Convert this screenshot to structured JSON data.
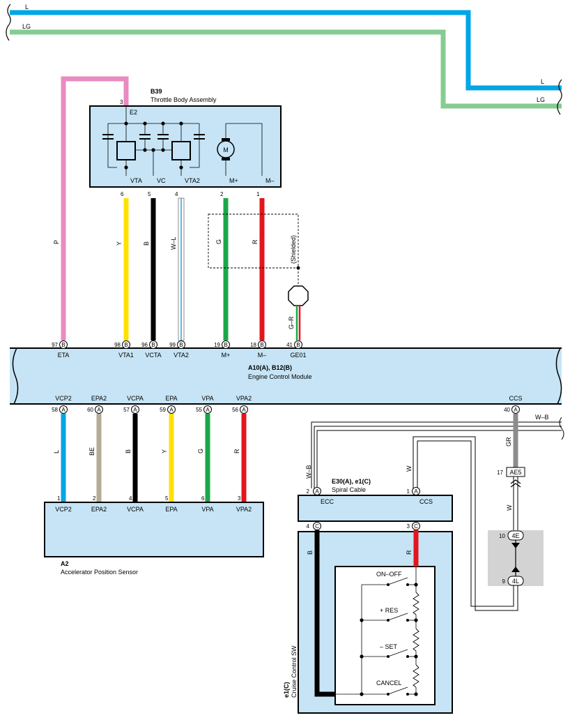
{
  "wires_top": {
    "l": "L",
    "lg": "LG",
    "l_right": "L",
    "lg_right": "LG"
  },
  "throttle": {
    "code": "B39",
    "name": "Throttle Body Assembly",
    "e2_pin": "3",
    "e2": "E2",
    "motor": "M",
    "terms": [
      "VTA",
      "VC",
      "VTA2",
      "M+",
      "M–"
    ],
    "pins": [
      "6",
      "5",
      "4",
      "2",
      "1"
    ]
  },
  "wire_colors": {
    "p": "P",
    "y": "Y",
    "b": "B",
    "wl": "W–L",
    "g": "G",
    "r": "R",
    "shielded": "(Shielded)",
    "gr_ge": "G–R"
  },
  "ecm": {
    "codes": "A10(A), B12(B)",
    "name": "Engine Control Module",
    "top_pins": [
      {
        "num": "97",
        "conn": "B",
        "term": "ETA"
      },
      {
        "num": "98",
        "conn": "B",
        "term": "VTA1"
      },
      {
        "num": "96",
        "conn": "B",
        "term": "VCTA"
      },
      {
        "num": "99",
        "conn": "B",
        "term": "VTA2"
      },
      {
        "num": "19",
        "conn": "B",
        "term": "M+"
      },
      {
        "num": "18",
        "conn": "B",
        "term": "M–"
      },
      {
        "num": "41",
        "conn": "B",
        "term": "GE01"
      }
    ],
    "bottom_pins": [
      {
        "num": "58",
        "conn": "A",
        "term": "VCP2"
      },
      {
        "num": "60",
        "conn": "A",
        "term": "EPA2"
      },
      {
        "num": "57",
        "conn": "A",
        "term": "VCPA"
      },
      {
        "num": "59",
        "conn": "A",
        "term": "EPA"
      },
      {
        "num": "55",
        "conn": "A",
        "term": "VPA"
      },
      {
        "num": "56",
        "conn": "A",
        "term": "VPA2"
      },
      {
        "num": "40",
        "conn": "A",
        "term": "CCS"
      }
    ]
  },
  "lower_wire_colors": [
    "L",
    "BE",
    "B",
    "Y",
    "G",
    "R"
  ],
  "accel": {
    "code": "A2",
    "name": "Accelerator Position Sensor",
    "pins": [
      "1",
      "2",
      "4",
      "5",
      "6",
      "3"
    ],
    "terms": [
      "VCP2",
      "EPA2",
      "VCPA",
      "EPA",
      "VPA",
      "VPA2"
    ]
  },
  "cruise_wires": {
    "wb_right": "W–B",
    "gr": "GR",
    "w1": "W",
    "wb": "W–B",
    "w2": "W",
    "b": "B",
    "r": "R"
  },
  "ae5": {
    "pin": "17",
    "label": "AE5"
  },
  "junction": {
    "top_pin": "10",
    "top_label": "4E",
    "bot_pin": "9",
    "bot_label": "4L"
  },
  "spiral": {
    "codes": "E30(A), e1(C)",
    "name": "Spiral Cable",
    "top_pins": [
      {
        "num": "2",
        "conn": "A",
        "term": "ECC"
      },
      {
        "num": "1",
        "conn": "A",
        "term": "CCS"
      }
    ],
    "bot_pins": [
      {
        "num": "4",
        "conn": "C"
      },
      {
        "num": "3",
        "conn": "C"
      }
    ]
  },
  "switch": {
    "code": "e1(C)",
    "name": "Cruise Control SW",
    "positions": [
      "ON–OFF",
      "+ RES",
      "– SET",
      "CANCEL"
    ]
  }
}
